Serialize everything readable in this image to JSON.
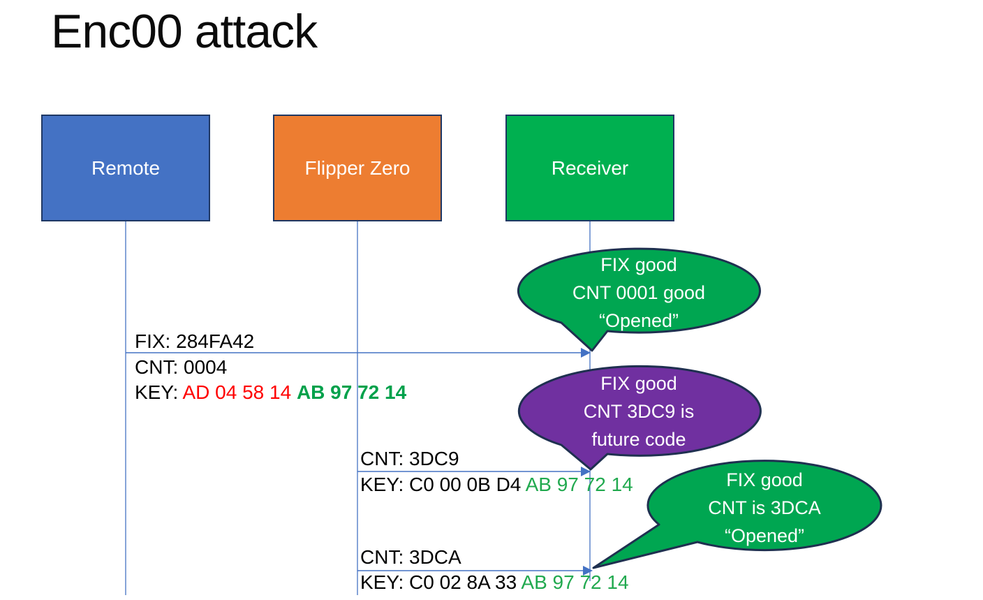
{
  "title": "Enc00 attack",
  "actors": [
    {
      "label": "Remote",
      "fill": "#4472C4"
    },
    {
      "label": "Flipper Zero",
      "fill": "#ED7D31"
    },
    {
      "label": "Receiver",
      "fill": "#00B050"
    }
  ],
  "messages": [
    {
      "from": "Remote",
      "to": "Receiver",
      "above": "FIX: 284FA42",
      "below_line1": "CNT: 0004",
      "key_label": "KEY: ",
      "key_red": "AD 04 58 14 ",
      "key_green": "AB 97 72 14",
      "colors": {
        "red": "#FF0000",
        "green": "#00A14B"
      }
    },
    {
      "from": "Flipper Zero",
      "to": "Receiver",
      "above": "CNT: 3DC9",
      "key_label": "KEY: C0 00 0B D4 ",
      "key_green": "AB 97 72 14",
      "colors": {
        "green": "#21A94F"
      }
    },
    {
      "from": "Flipper Zero",
      "to": "Receiver",
      "above": "CNT: 3DCA",
      "key_label": "KEY: C0 02 8A 33 ",
      "key_green": "AB 97 72 14",
      "colors": {
        "green": "#21A94F"
      }
    }
  ],
  "callouts": [
    {
      "fill": "#00A651",
      "border": "#1F3050",
      "lines": [
        "FIX good",
        "CNT 0001 good",
        "“Opened”"
      ]
    },
    {
      "fill": "#7030A0",
      "border": "#1F3050",
      "lines": [
        "FIX good",
        "CNT 3DC9 is",
        "future code"
      ]
    },
    {
      "fill": "#00A651",
      "border": "#1F3050",
      "lines": [
        "FIX good",
        "CNT is 3DCA",
        "“Opened”"
      ]
    }
  ],
  "colors": {
    "actor_border": "#1F3864",
    "line_blue": "#4472C4",
    "text": "#000000",
    "callout_text": "#FFFFFF",
    "background": "#FFFFFF"
  }
}
